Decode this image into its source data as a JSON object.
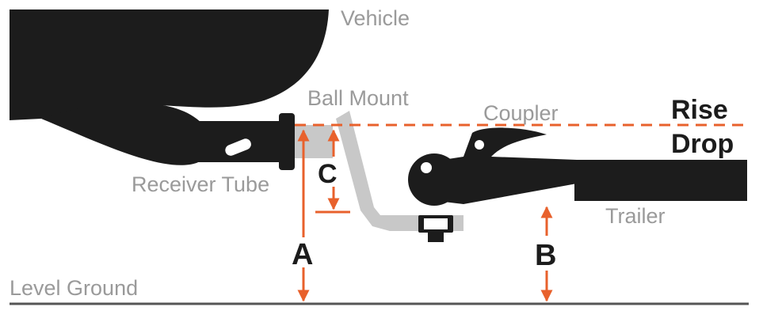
{
  "labels": {
    "vehicle": "Vehicle",
    "ball_mount": "Ball Mount",
    "coupler": "Coupler",
    "rise": "Rise",
    "drop": "Drop",
    "receiver_tube": "Receiver Tube",
    "trailer": "Trailer",
    "level_ground": "Level Ground",
    "dim_a": "A",
    "dim_b": "B",
    "dim_c": "C"
  },
  "colors": {
    "accent": "#e8612c",
    "dark": "#1c1c1c",
    "gray": "#c8c8c8",
    "text_gray": "#9a9a9a"
  }
}
